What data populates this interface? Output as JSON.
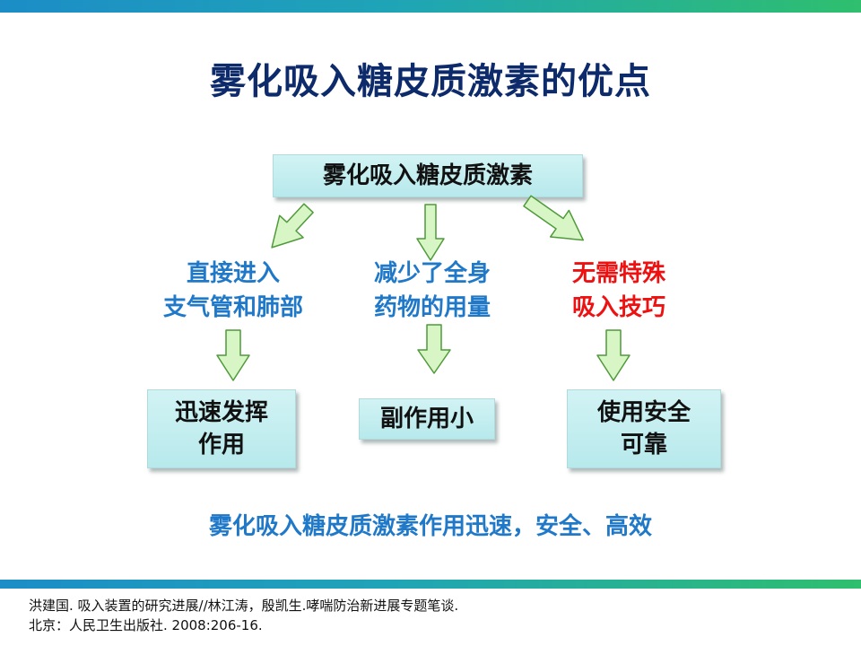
{
  "slide": {
    "title": "雾化吸入糖皮质激素的优点",
    "root_label": "雾化吸入糖皮质激素",
    "branches": [
      {
        "line1": "直接进入",
        "line2": "支气管和肺部",
        "result_line1": "迅速发挥",
        "result_line2": "作用"
      },
      {
        "line1": "减少了全身",
        "line2": "药物的用量",
        "result_line1": "副作用小",
        "result_line2": ""
      },
      {
        "line1": "无需特殊",
        "line2": "吸入技巧",
        "result_line1": "使用安全",
        "result_line2": "可靠"
      }
    ],
    "summary": "雾化吸入糖皮质激素作用迅速，安全、高效",
    "reference_line1": "洪建国. 吸入装置的研究进展//林江涛，殷凯生.哮喘防治新进展专题笔谈.",
    "reference_line2": "北京：人民卫生出版社. 2008:206-16."
  },
  "colors": {
    "title": "#0d2a6b",
    "branch_text": "#1f78c8",
    "highlight_text": "#ee1111",
    "box_fill": "#c5eef0",
    "arrow_fill": "#d7f5c5",
    "arrow_stroke": "#4f9a3a",
    "bar_start": "#1c8dc7",
    "bar_end": "#2fbf6e"
  }
}
